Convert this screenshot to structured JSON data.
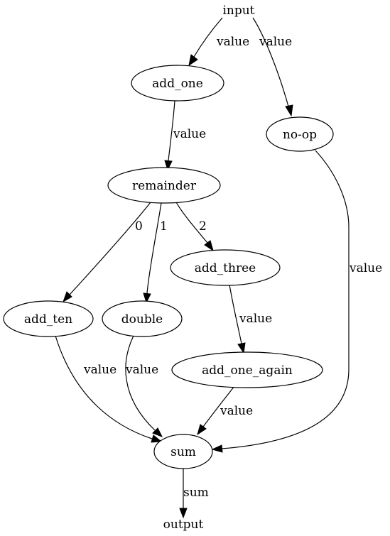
{
  "graph": {
    "nodes": {
      "input": "input",
      "add_one": "add_one",
      "no_op": "no-op",
      "remainder": "remainder",
      "add_three": "add_three",
      "add_ten": "add_ten",
      "double": "double",
      "add_one_again": "add_one_again",
      "sum": "sum",
      "output": "output"
    },
    "edges": {
      "input_add_one": "value",
      "input_no_op": "value",
      "add_one_remainder": "value",
      "remainder_add_ten": "0",
      "remainder_double": "1",
      "remainder_add_three": "2",
      "add_three_add_one_again": "value",
      "add_ten_sum": "value",
      "double_sum": "value",
      "add_one_again_sum": "value",
      "no_op_sum": "value",
      "sum_output": "sum"
    }
  }
}
